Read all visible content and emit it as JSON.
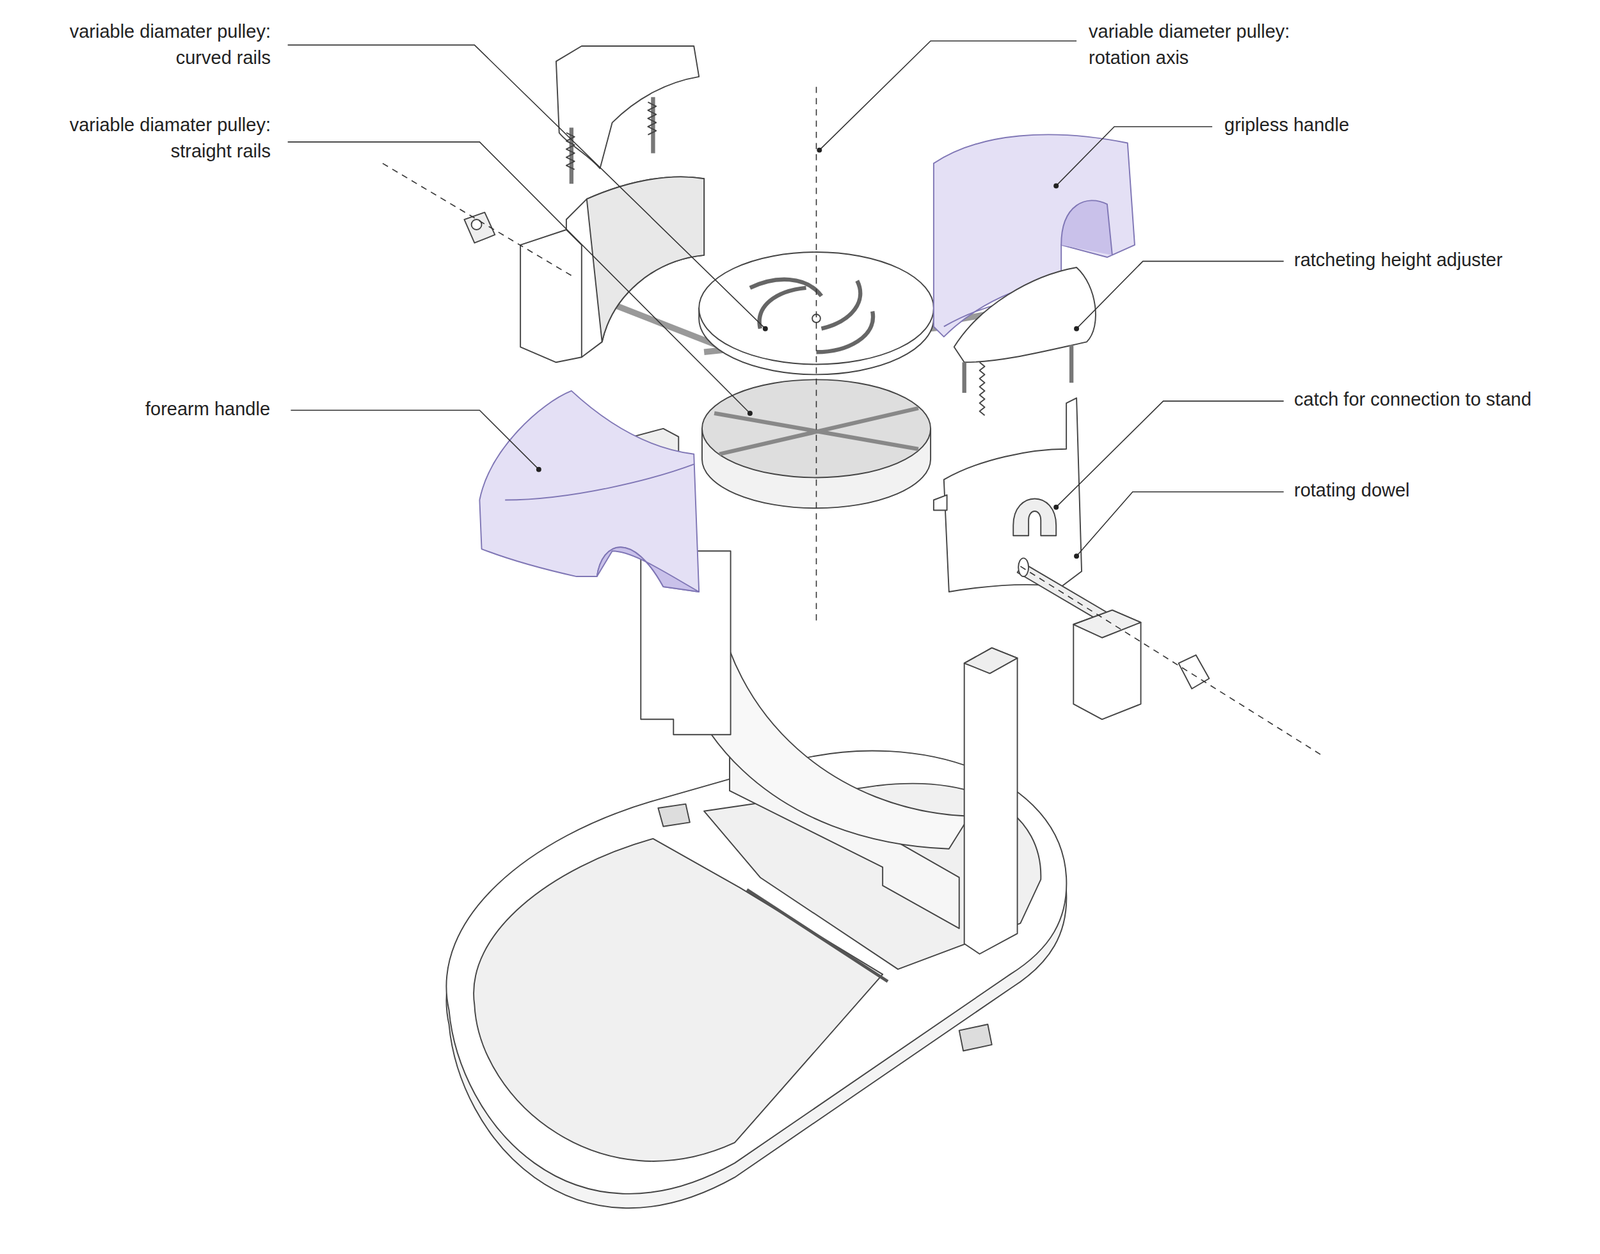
{
  "diagram": {
    "labels": [
      "variable diamater pulley: curved rails",
      "variable diamater pulley: straight rails",
      "forearm handle",
      "variable diameter pulley: rotation axis",
      "gripless handle",
      "ratcheting height adjuster",
      "catch for connection to stand",
      "rotating dowel"
    ]
  }
}
